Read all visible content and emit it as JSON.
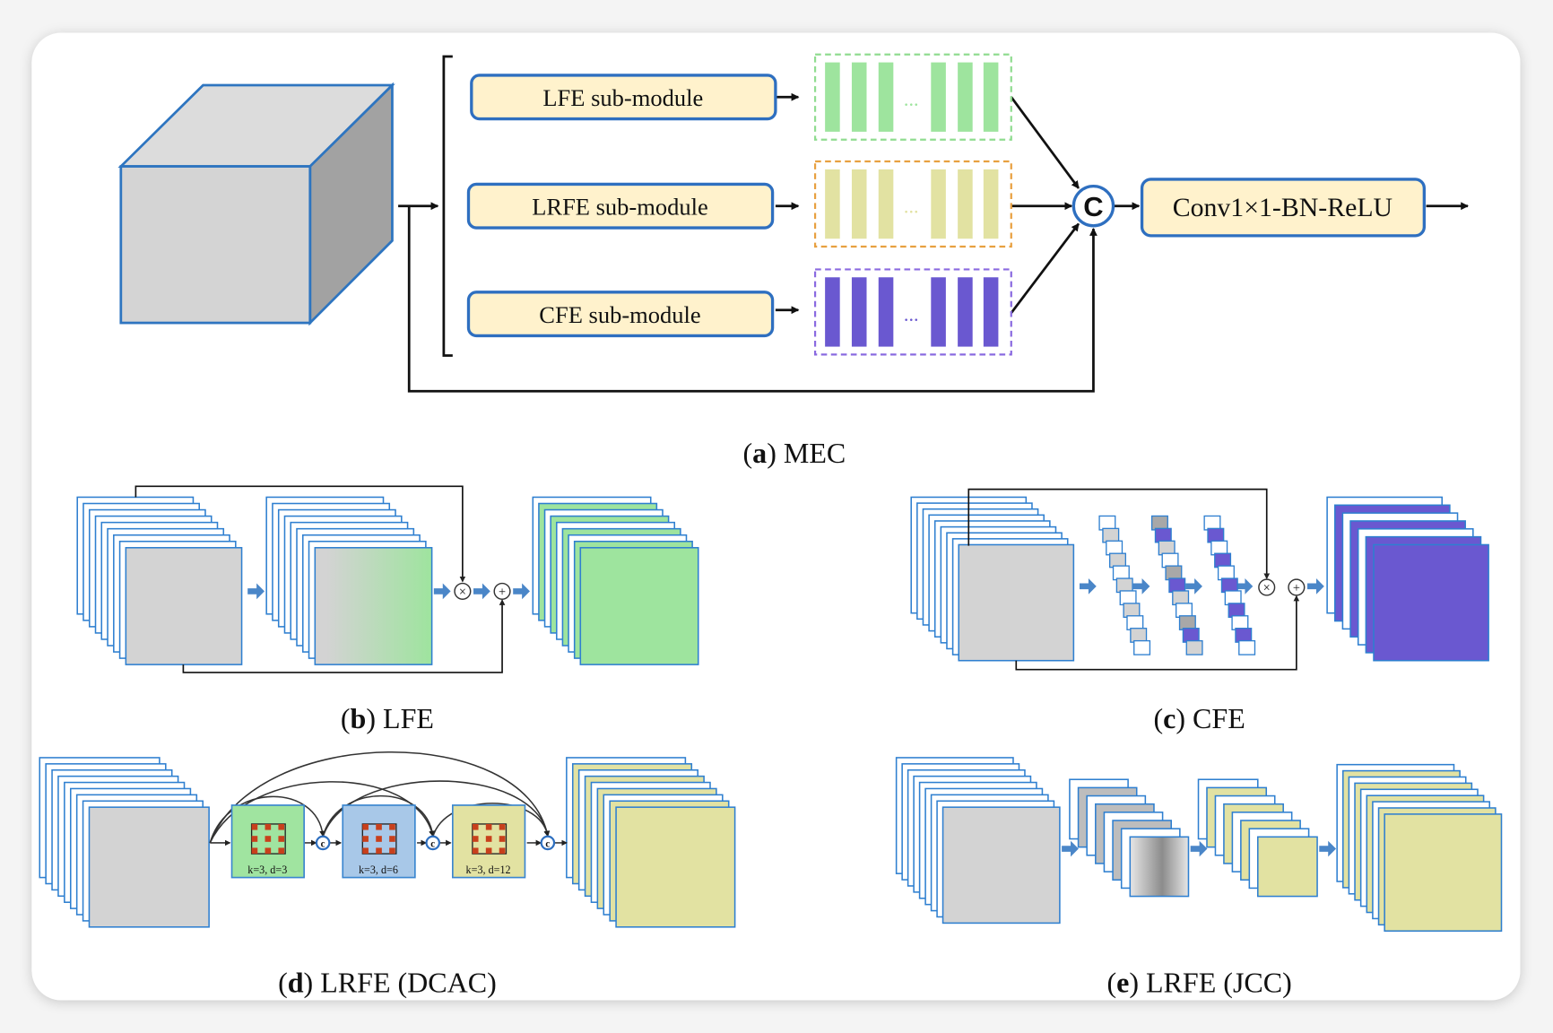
{
  "mec": {
    "modules": [
      "LFE sub-module",
      "LRFE sub-module",
      "CFE sub-module"
    ],
    "concat_symbol": "C",
    "conv_block": "Conv1×1-BN-ReLU",
    "ellipsis": "...",
    "caption": {
      "letter": "a",
      "text": "MEC"
    }
  },
  "lfe": {
    "caption": {
      "letter": "b",
      "text": "LFE"
    },
    "multiply_symbol": "×",
    "add_symbol": "+"
  },
  "cfe": {
    "caption": {
      "letter": "c",
      "text": "CFE"
    },
    "multiply_symbol": "×",
    "add_symbol": "+"
  },
  "dcac": {
    "caption": {
      "letter": "d",
      "text": "LRFE (DCAC)"
    },
    "blocks": [
      "k=3, d=3",
      "k=3, d=6",
      "k=3, d=12"
    ],
    "concat_symbol": "c"
  },
  "jcc": {
    "caption": {
      "letter": "e",
      "text": "LRFE (JCC)"
    }
  },
  "colors": {
    "outline_blue": "#2e6fc0",
    "module_fill": "#fff2cc",
    "green": "#9ee49e",
    "olive": "#e2e2a2",
    "purple": "#6a58d0",
    "gray": "#d3d3d3",
    "arrow_blue": "#4a86c8",
    "kernel_red": "#c8401c"
  }
}
